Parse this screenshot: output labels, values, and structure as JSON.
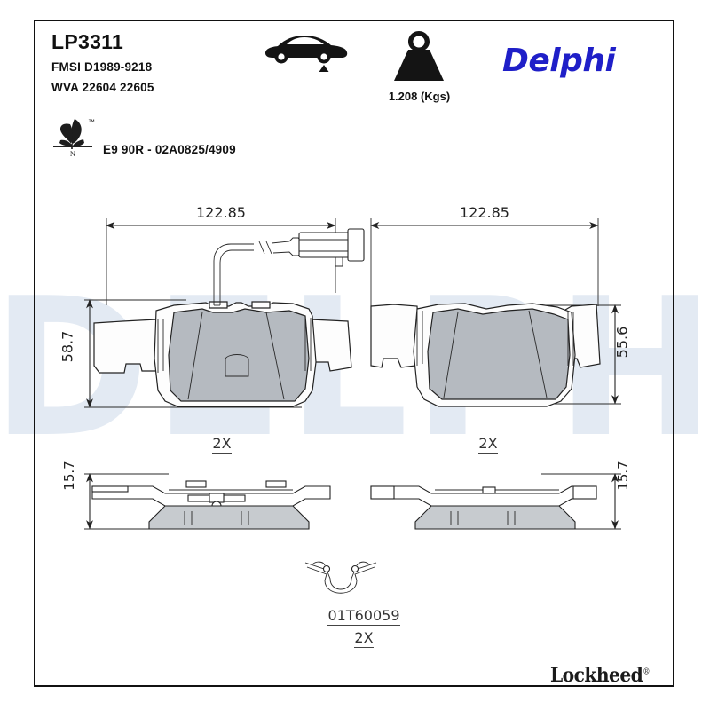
{
  "document": {
    "part_number": "LP3311",
    "fmsi": "FMSI D1989-9218",
    "wva": "WVA 22604 22605",
    "homologation": "E9 90R - 02A0825/4909",
    "weight": "1.208 (Kgs)",
    "brand_primary": "Delphi",
    "brand_secondary": "Lockheed",
    "brand_secondary_mark": "®",
    "watermark": "DELPHI",
    "eco_icon_letter": "N",
    "eco_icon_tm": "™"
  },
  "colors": {
    "delphi_blue": "#1f1fc8",
    "watermark": "#e3eaf3",
    "friction_gray": "#b5bac0",
    "line": "#222222",
    "frame": "#111111"
  },
  "icons": {
    "axle": "car-rear-axle-icon",
    "weight": "weight-kettlebell-icon",
    "eco": "eco-leaf-icon"
  },
  "pads": {
    "left": {
      "name": "brake-pad-with-wear-sensor",
      "width": "122.85",
      "height": "58.7",
      "thickness": "15.7",
      "quantity": "2X",
      "has_sensor": true
    },
    "right": {
      "name": "brake-pad-plain",
      "width": "122.85",
      "height": "55.6",
      "thickness": "15.7",
      "quantity": "2X",
      "has_sensor": false
    }
  },
  "accessory": {
    "part_number": "01T60059",
    "quantity": "2X"
  }
}
